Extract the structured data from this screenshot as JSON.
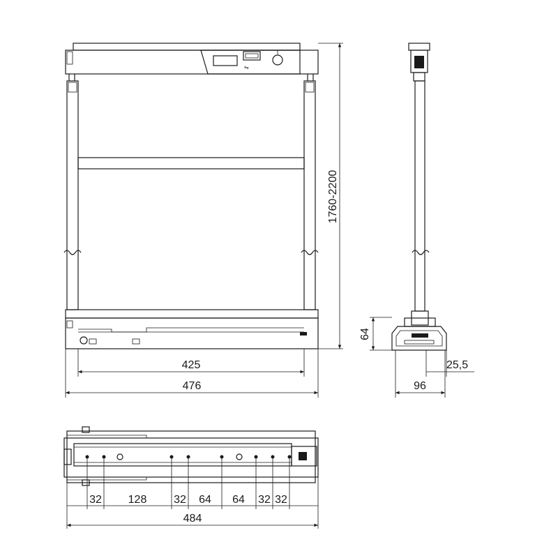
{
  "front_view": {
    "height_label": "1760-2200",
    "inner_width_label": "425",
    "outer_width_label": "476"
  },
  "side_view": {
    "base_height_label": "64",
    "offset_label": "25,5",
    "width_label": "96"
  },
  "rail_view": {
    "hole_spacing_labels": [
      "32",
      "128",
      "32",
      "64",
      "64",
      "32",
      "32"
    ],
    "total_length_label": "484"
  },
  "colors": {
    "line": "#1a1a1a",
    "background": "#ffffff"
  }
}
